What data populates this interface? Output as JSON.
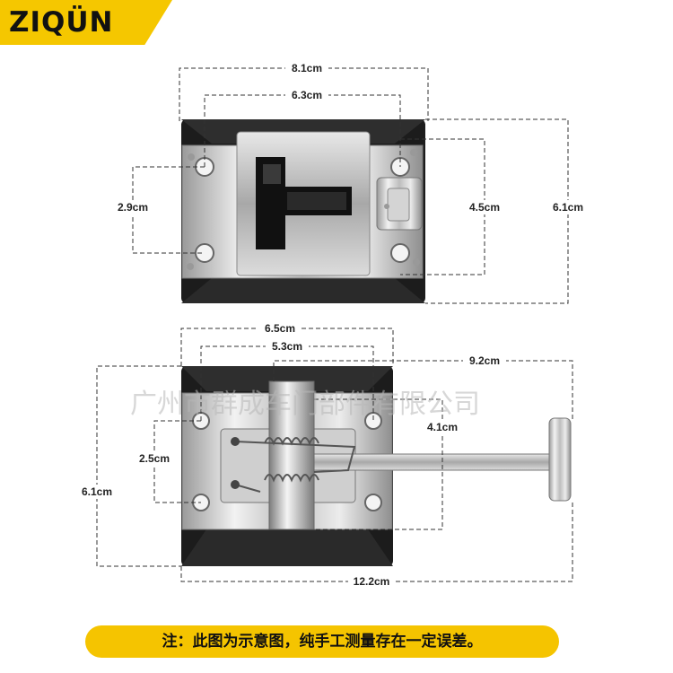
{
  "brand": {
    "logo_text": "ZIQÜN",
    "accent": "#f5c700"
  },
  "watermark": "广州市群成车门部件有限公司",
  "top_view": {
    "dims": {
      "width_outer": "8.1cm",
      "width_holes": "6.3cm",
      "hole_spacing_left": "2.9cm",
      "hole_spacing_right": "4.5cm",
      "height": "6.1cm"
    }
  },
  "bottom_view": {
    "dims": {
      "width_outer": "6.5cm",
      "width_holes": "5.3cm",
      "arm_length": "9.2cm",
      "arm_height": "4.1cm",
      "hole_spacing": "2.5cm",
      "height": "6.1cm",
      "total_length": "12.2cm"
    }
  },
  "footer_note": "注：此图为示意图，纯手工测量存在一定误差。"
}
